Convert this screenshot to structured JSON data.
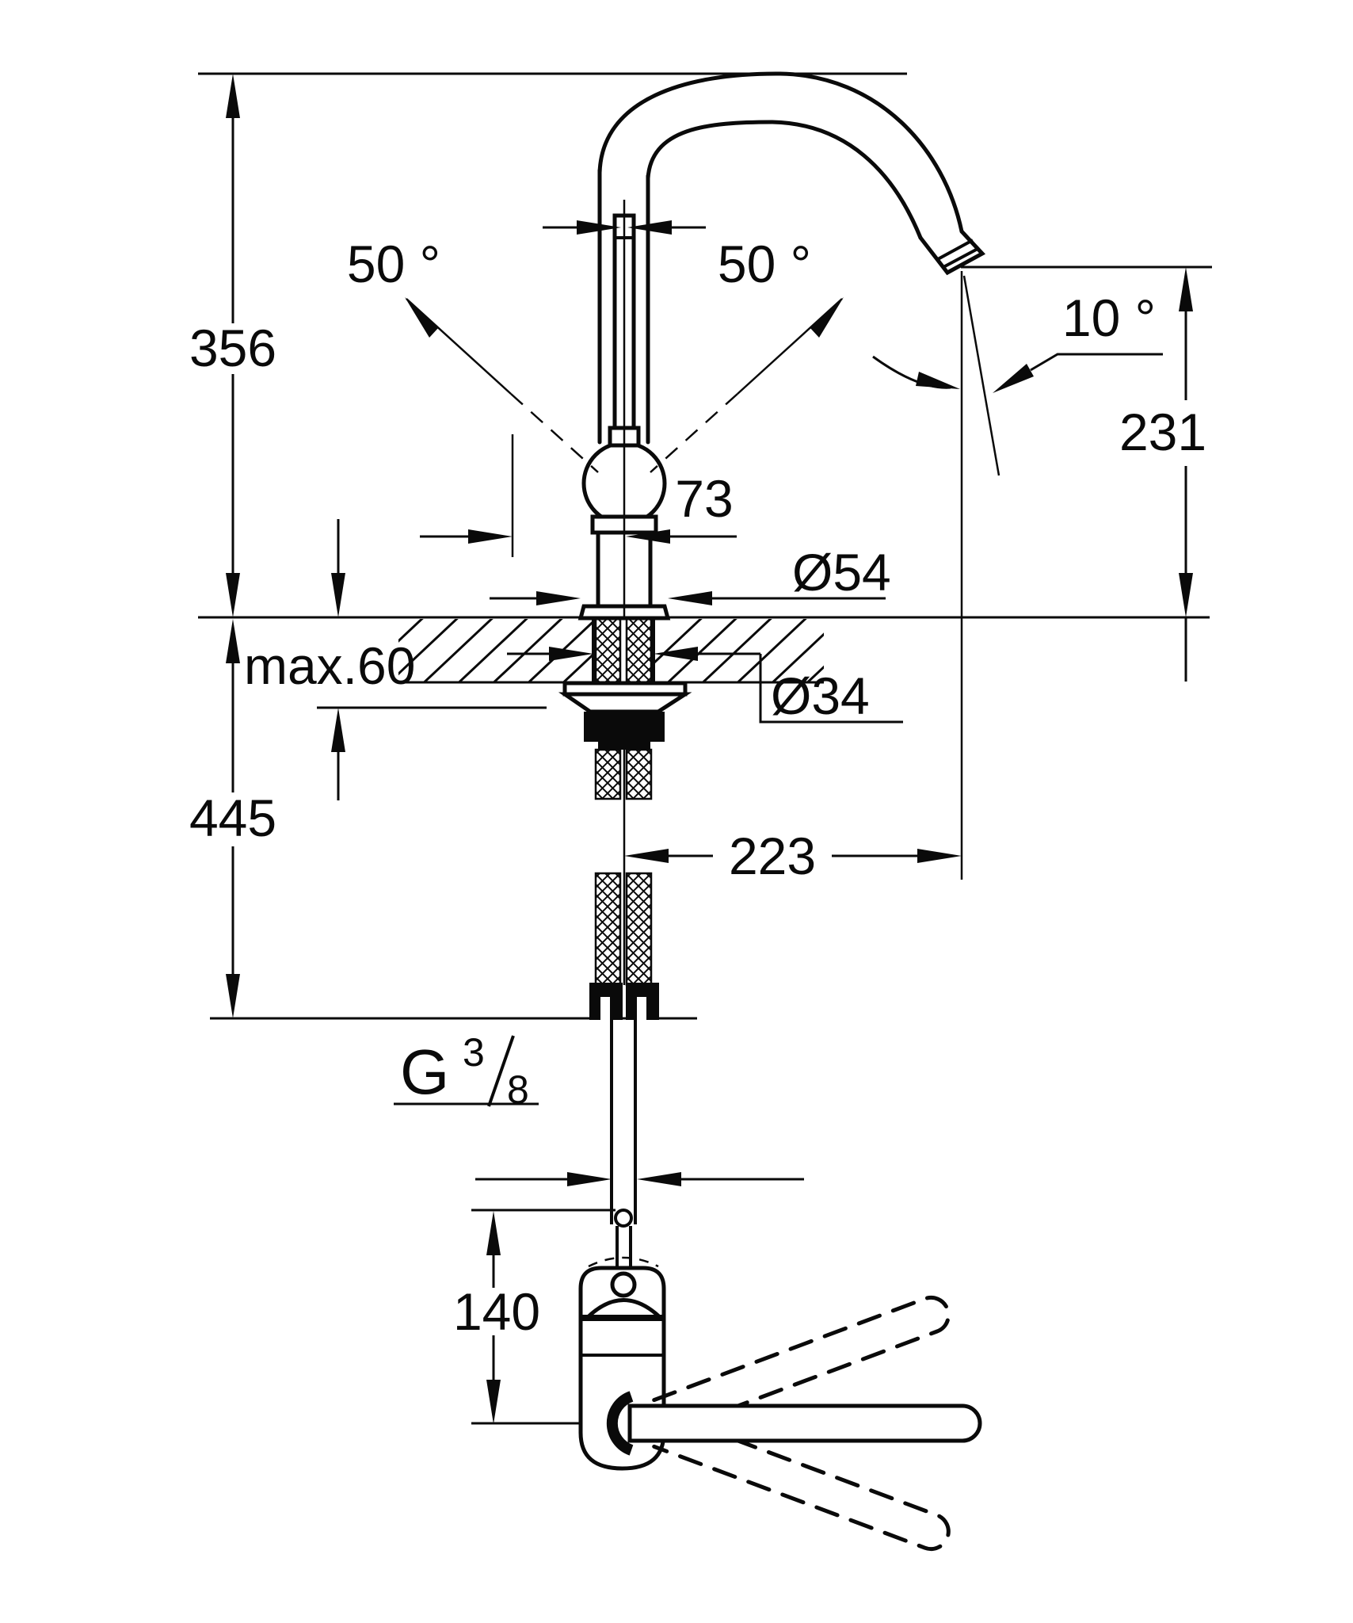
{
  "drawing": {
    "type": "faucet-installation-dimensional-drawing",
    "units_implied": "mm",
    "colors": {
      "line": "#0a0a0a",
      "background": "#ffffff"
    },
    "labels": {
      "height_above_counter": "356",
      "height_below_counter": "445",
      "swivel_angle_left": "50 °",
      "swivel_angle_right": "50 °",
      "outlet_angle": "10 °",
      "outlet_height": "231",
      "body_offset": "73",
      "base_diameter": "Ø54",
      "hole_diameter": "Ø34",
      "counter_thickness_max": "max.60",
      "spout_reach": "223",
      "thread_letter": "G",
      "thread_numerator": "3",
      "thread_denominator": "8",
      "plan_view_depth": "140"
    }
  }
}
